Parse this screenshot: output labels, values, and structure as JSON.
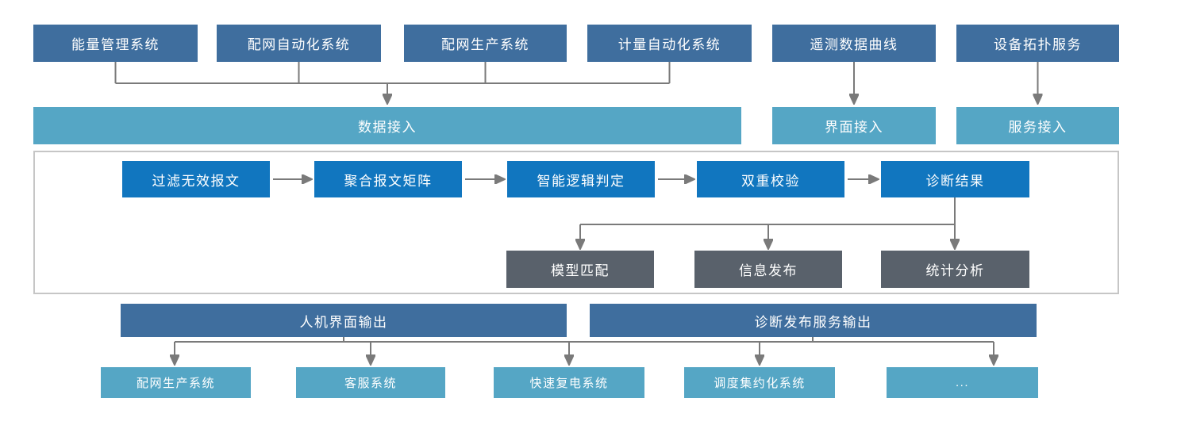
{
  "diagram": {
    "top_sources": [
      {
        "label": "能量管理系统"
      },
      {
        "label": "配网自动化系统"
      },
      {
        "label": "配网生产系统"
      },
      {
        "label": "计量自动化系统"
      },
      {
        "label": "遥测数据曲线"
      },
      {
        "label": "设备拓扑服务"
      }
    ],
    "access_layer": [
      {
        "label": "数据接入"
      },
      {
        "label": "界面接入"
      },
      {
        "label": "服务接入"
      }
    ],
    "process_flow": [
      {
        "label": "过滤无效报文"
      },
      {
        "label": "聚合报文矩阵"
      },
      {
        "label": "智能逻辑判定"
      },
      {
        "label": "双重校验"
      },
      {
        "label": "诊断结果"
      }
    ],
    "result_modules": [
      {
        "label": "模型匹配"
      },
      {
        "label": "信息发布"
      },
      {
        "label": "统计分析"
      }
    ],
    "output_layer": [
      {
        "label": "人机界面输出"
      },
      {
        "label": "诊断发布服务输出"
      }
    ],
    "target_systems": [
      {
        "label": "配网生产系统"
      },
      {
        "label": "客服系统"
      },
      {
        "label": "快速复电系统"
      },
      {
        "label": "调度集约化系统"
      },
      {
        "label": "..."
      }
    ],
    "colors": {
      "source_box": "#3f6e9e",
      "access_box": "#55a6c5",
      "process_box": "#1176bf",
      "result_box": "#59616b",
      "output_box": "#3f6e9e",
      "target_box": "#55a6c5",
      "connector": "#7a7a7a",
      "container_border": "#c6c6c6"
    }
  }
}
